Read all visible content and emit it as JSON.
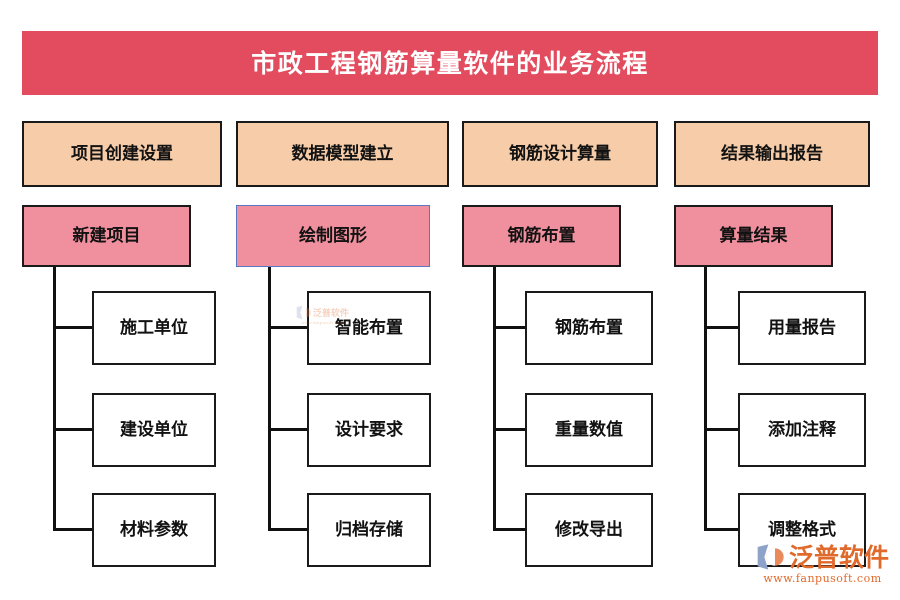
{
  "banner": {
    "title": "市政工程钢筋算量软件的业务流程",
    "background": "#E24C5E",
    "text_color": "#ffffff"
  },
  "colors": {
    "banner": "#E24C5E",
    "stage_box": "#F7CCA8",
    "phase_box": "#F0909E",
    "leaf_box": "#ffffff",
    "border": "#1a1a1a",
    "selected_border": "#5B76C4",
    "logo_orange": "#E06A2B",
    "logo_blue": "#8FA3C8"
  },
  "columns": [
    {
      "stage": "项目创建设置",
      "phase": "新建项目",
      "selected": false,
      "leaves": [
        "施工单位",
        "建设单位",
        "材料参数"
      ]
    },
    {
      "stage": "数据模型建立",
      "phase": "绘制图形",
      "selected": true,
      "leaves": [
        "智能布置",
        "设计要求",
        "归档存储"
      ]
    },
    {
      "stage": "钢筋设计算量",
      "phase": "钢筋布置",
      "selected": false,
      "leaves": [
        "钢筋布置",
        "重量数值",
        "修改导出"
      ]
    },
    {
      "stage": "结果输出报告",
      "phase": "算量结果",
      "selected": false,
      "leaves": [
        "用量报告",
        "添加注释",
        "调整格式"
      ]
    }
  ],
  "logo": {
    "name": "泛普软件",
    "url": "www.fanpusoft.com"
  }
}
